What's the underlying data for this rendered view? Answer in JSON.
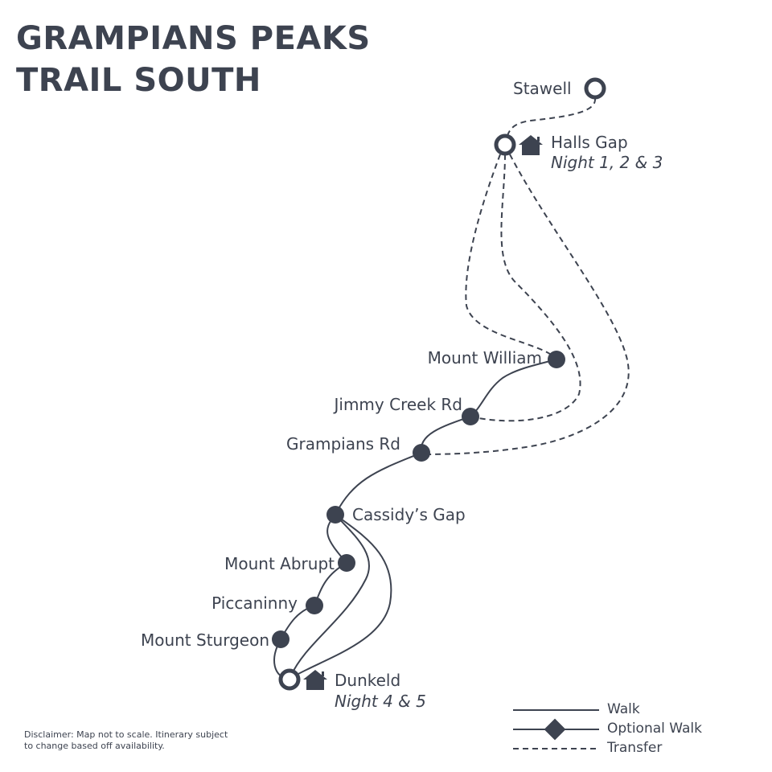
{
  "title": {
    "line1": "GRAMPIANS PEAKS",
    "line2": "TRAIL SOUTH"
  },
  "colors": {
    "ink": "#3d4350"
  },
  "locations": {
    "stawell": "Stawell",
    "halls_gap": "Halls Gap",
    "halls_gap_night": "Night 1, 2 & 3",
    "mount_william": "Mount William",
    "jimmy_creek": "Jimmy Creek Rd",
    "grampians_rd": "Grampians Rd",
    "cassidys_gap": "Cassidy’s Gap",
    "mount_abrupt": "Mount Abrupt",
    "piccaninny": "Piccaninny",
    "mount_sturgeon": "Mount Sturgeon",
    "dunkeld": "Dunkeld",
    "dunkeld_night": "Night 4 & 5"
  },
  "legend": {
    "walk": "Walk",
    "optional_walk": "Optional Walk",
    "transfer": "Transfer"
  },
  "disclaimer": {
    "line1": "Disclaimer: Map not to scale. Itinerary subject",
    "line2": "to change based off availability."
  }
}
